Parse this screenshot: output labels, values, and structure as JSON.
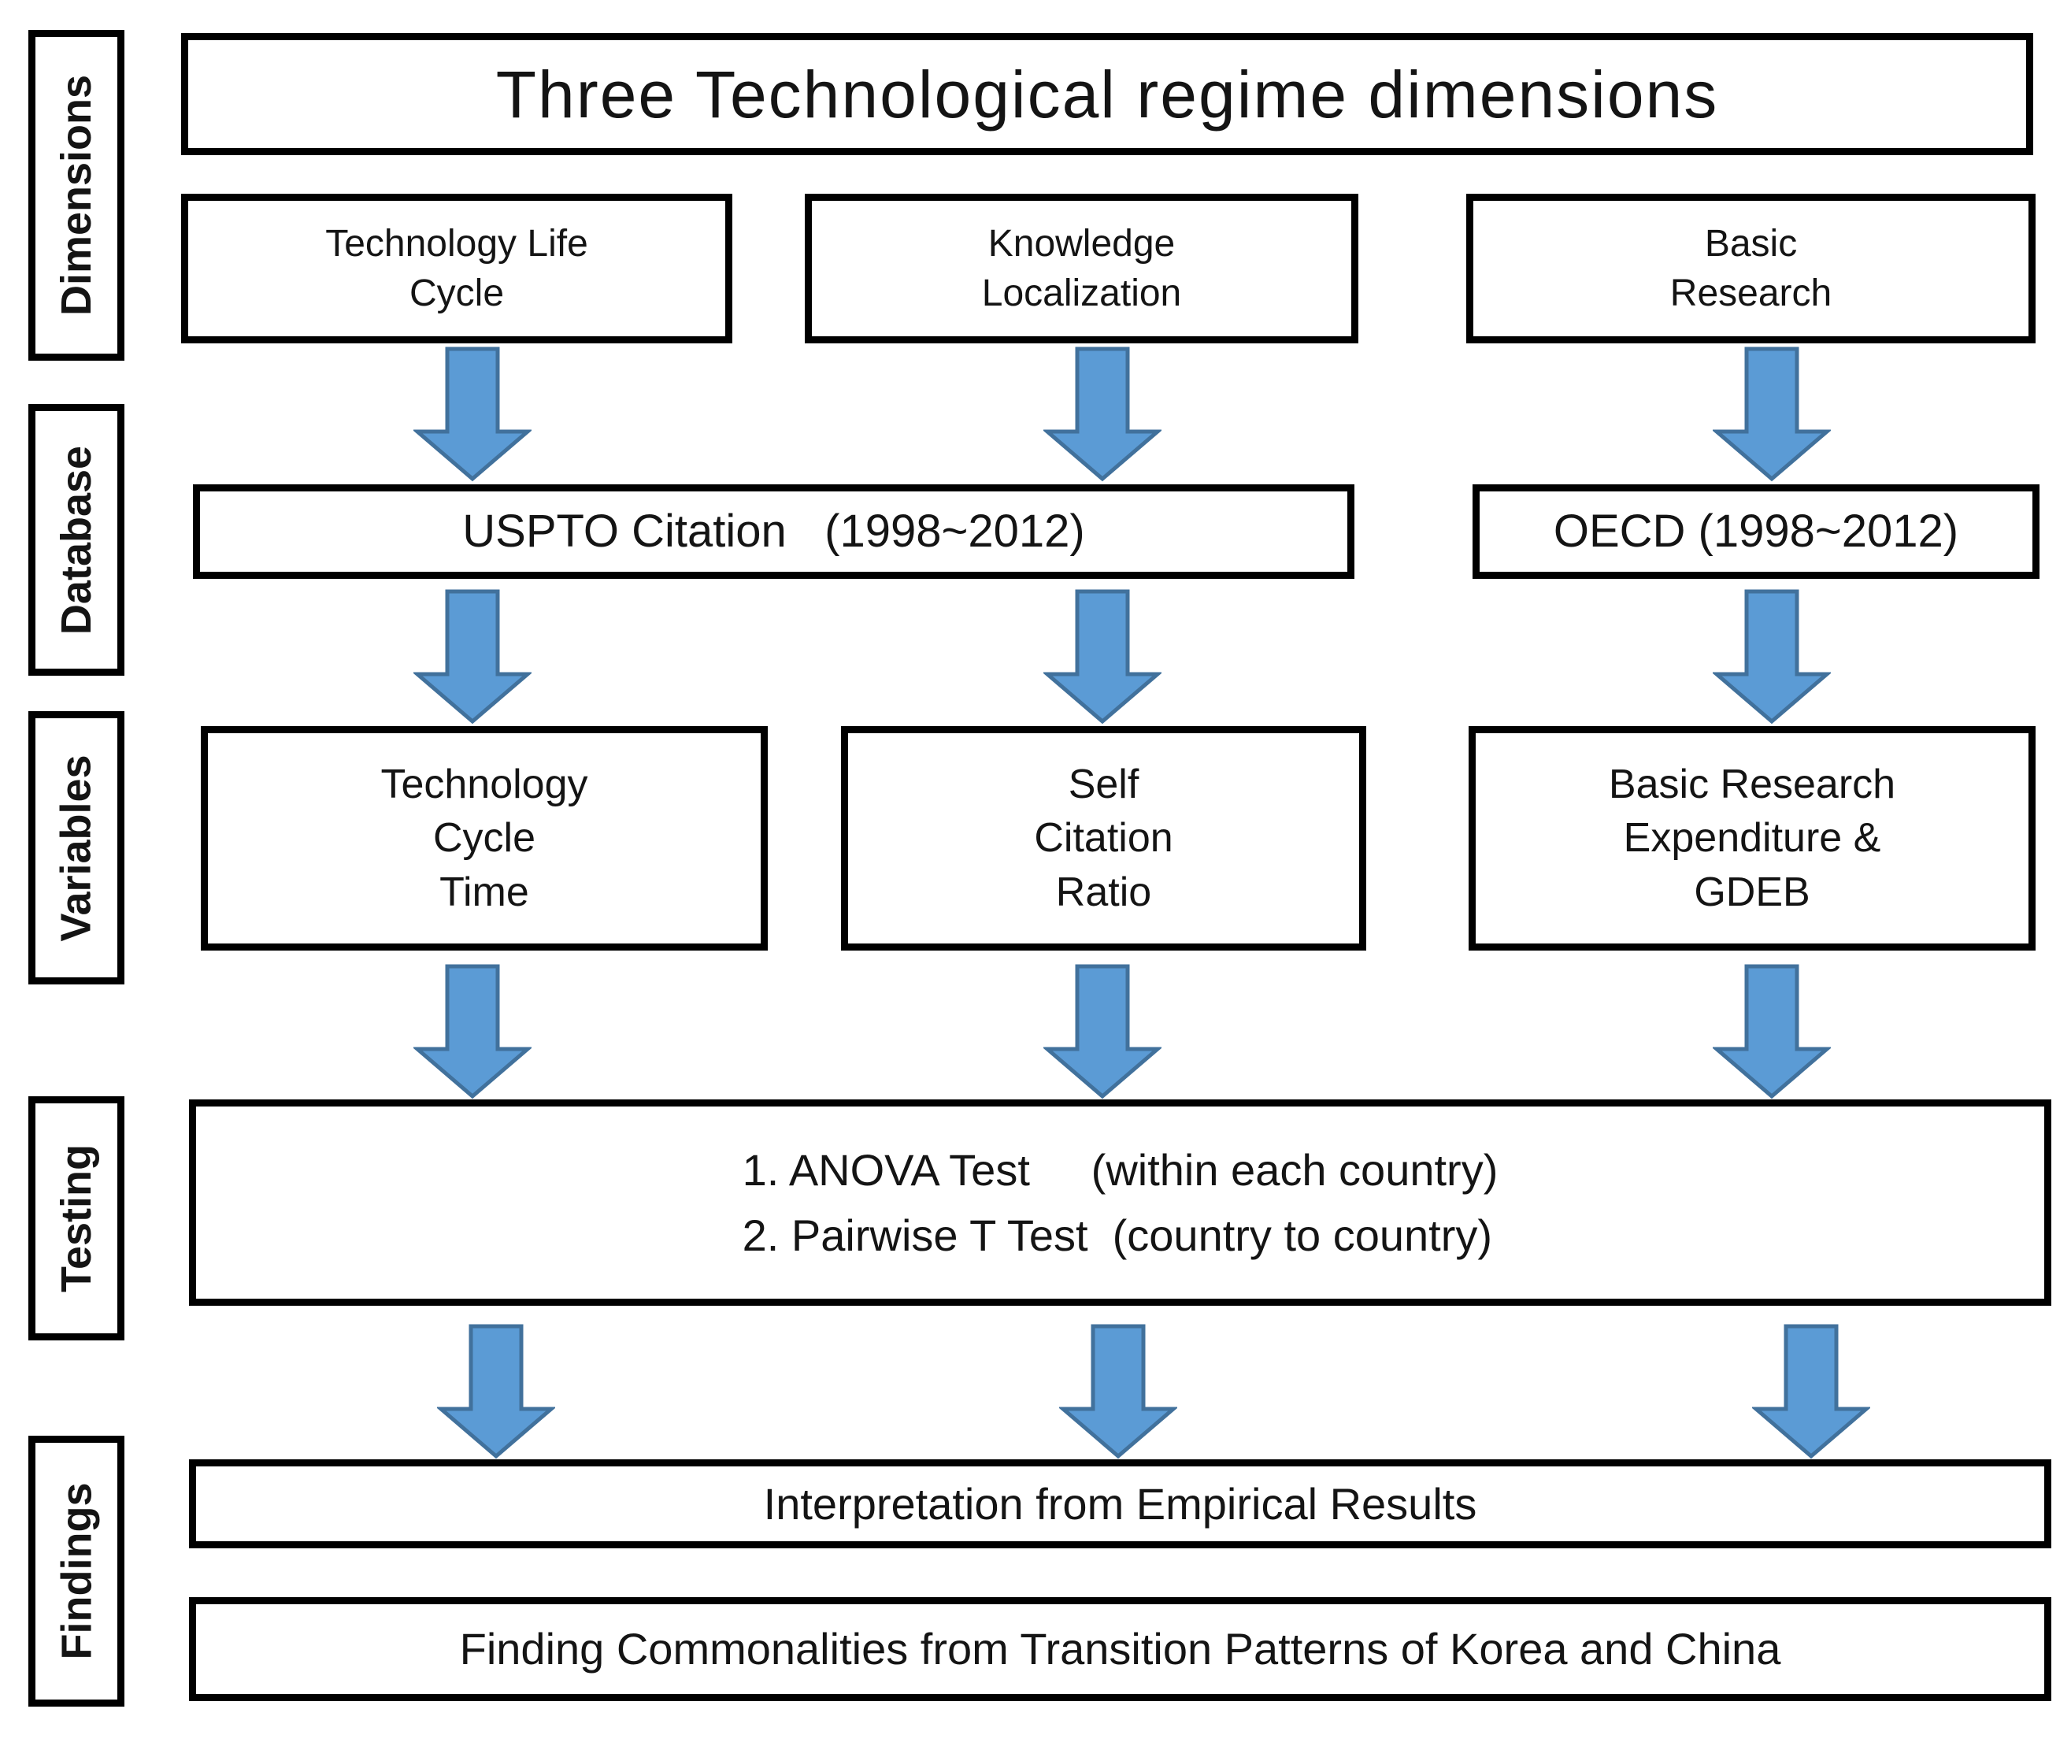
{
  "colors": {
    "arrow_fill": "#5b9bd5",
    "arrow_stroke": "#41719c",
    "box_border": "#000000",
    "text": "#141414"
  },
  "sidebar": {
    "items": [
      {
        "label": "Dimensions"
      },
      {
        "label": "Database"
      },
      {
        "label": "Variables"
      },
      {
        "label": "Testing"
      },
      {
        "label": "Findings"
      }
    ]
  },
  "title": "Three Technological regime dimensions",
  "dimensions_row": {
    "box1": "Technology Life\nCycle",
    "box2": "Knowledge\nLocalization",
    "box3": "Basic\nResearch"
  },
  "database_row": {
    "box1": "USPTO Citation   (1998~2012)",
    "box2": "OECD (1998~2012)"
  },
  "variables_row": {
    "box1": "Technology\nCycle\nTime",
    "box2": "Self\nCitation\nRatio",
    "box3": "Basic Research\nExpenditure &\nGDEB"
  },
  "testing_row": {
    "line1": "1. ANOVA Test     (within each country)",
    "line2": "2. Pairwise T Test  (country to country)"
  },
  "findings_row": {
    "box1": "Interpretation from Empirical Results",
    "box2": "Finding Commonalities from Transition Patterns of Korea and China"
  }
}
